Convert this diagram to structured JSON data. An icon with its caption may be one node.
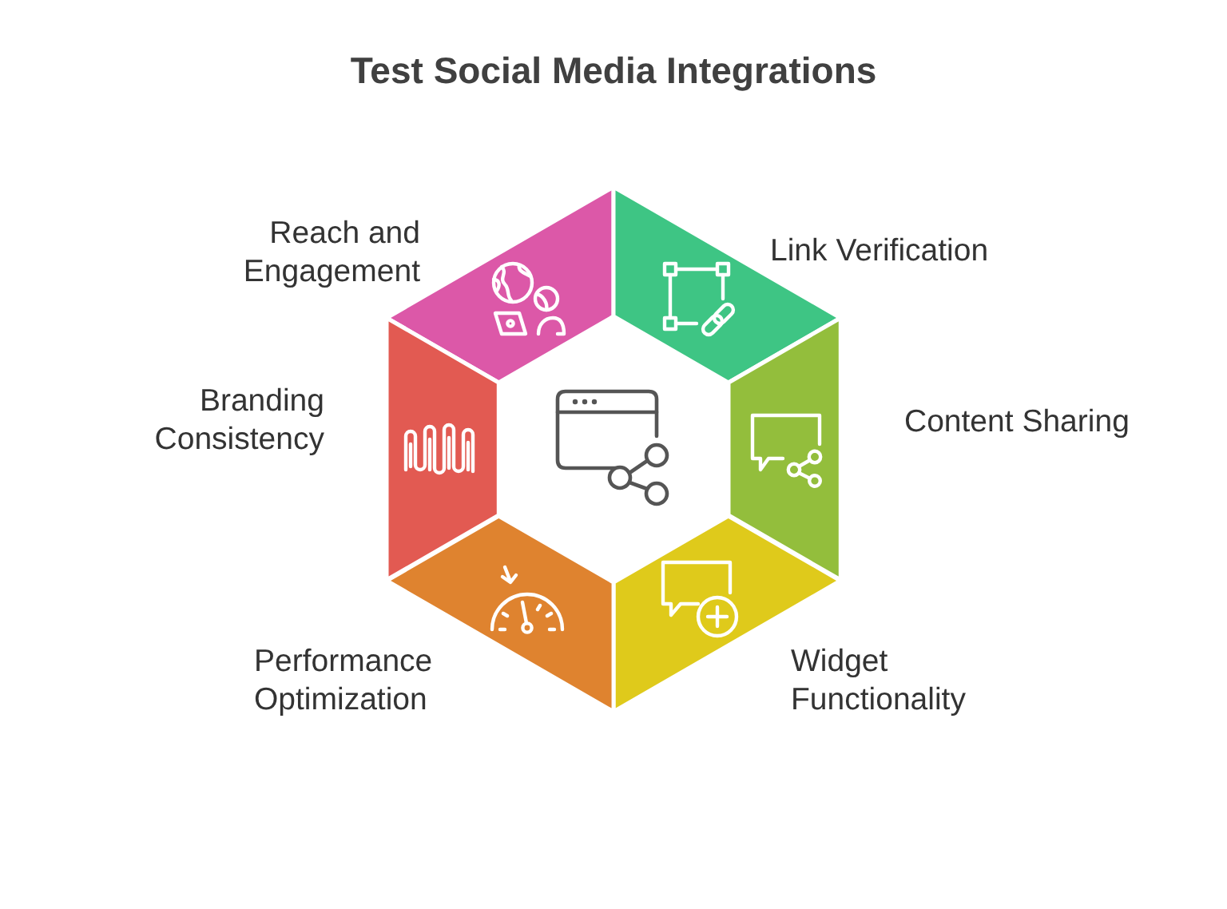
{
  "diagram": {
    "title": "Test Social Media Integrations",
    "nodes": [
      {
        "text": [
          "Reach and Engagement"
        ]
      },
      {
        "text": [
          "Link Verification"
        ]
      },
      {
        "text": [
          "Content Sharing"
        ]
      },
      {
        "text": [
          "Widget Functionality"
        ]
      },
      {
        "text": [
          "Performance Optimization"
        ]
      },
      {
        "text": [
          "Branding Consistency"
        ]
      }
    ]
  }
}
